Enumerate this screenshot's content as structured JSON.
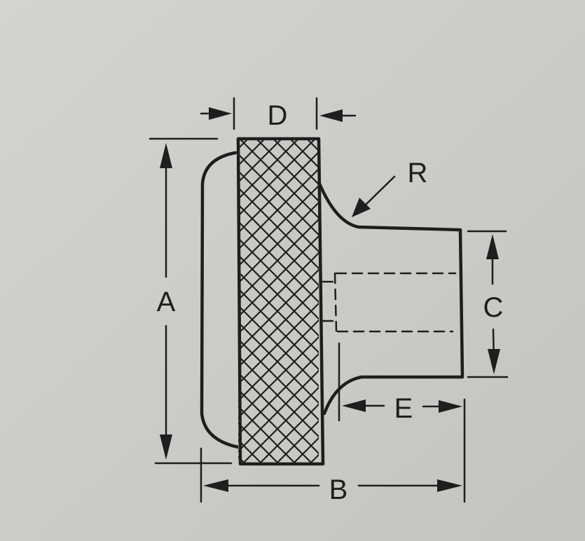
{
  "labels": {
    "a": "A",
    "b": "B",
    "c": "C",
    "d": "D",
    "e": "E",
    "r": "R"
  },
  "colors": {
    "paper": "#c9cac6",
    "ink": "#1e1e1e"
  }
}
